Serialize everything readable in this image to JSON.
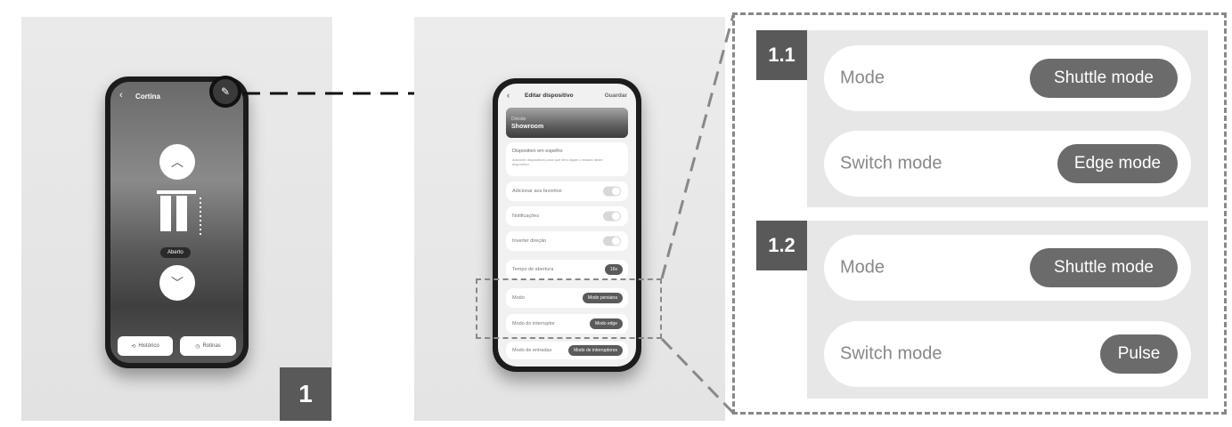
{
  "step1": {
    "badge": "1",
    "phone": {
      "title": "Cortina",
      "state": "Aberto",
      "history_label": "Histórico",
      "routines_label": "Rotinas"
    }
  },
  "step2": {
    "phone": {
      "title": "Editar dispositivo",
      "save": "Guardar",
      "room_label": "Divisão",
      "room": "Showroom",
      "mirror_title": "Dispositivo em espelho",
      "mirror_desc": "Adicione dispositivos para que eles sigam o estado deste dispositivo.",
      "favorites": "Adicionar aos favoritos",
      "notifications": "Notificações",
      "invert": "Inverter direção",
      "open_time": "Tempo de abertura",
      "open_time_value": "16s",
      "mode": "Modo",
      "mode_value": "Modo persiana",
      "switch_mode": "Modo do interruptor",
      "switch_mode_value": "Modo edge",
      "input_mode": "Modo de entradas",
      "input_mode_value": "Modo de interruptores"
    }
  },
  "option_1_1": {
    "badge": "1.1",
    "mode_label": "Mode",
    "mode_value": "Shuttle mode",
    "switch_label": "Switch mode",
    "switch_value": "Edge mode"
  },
  "option_1_2": {
    "badge": "1.2",
    "mode_label": "Mode",
    "mode_value": "Shuttle mode",
    "switch_label": "Switch mode",
    "switch_value": "Pulse"
  },
  "colors": {
    "badge": "#595959",
    "pill": "#6b6b6b",
    "dash": "#888888"
  }
}
